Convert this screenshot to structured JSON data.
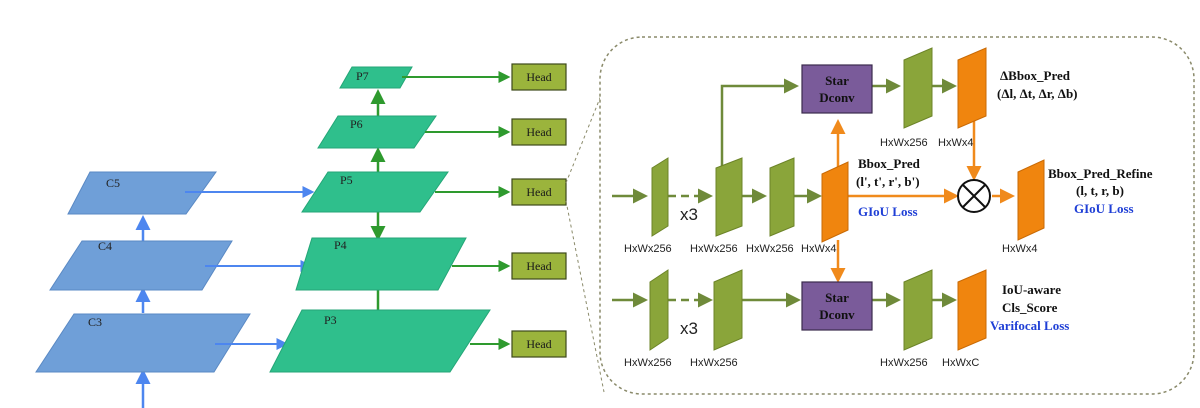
{
  "backbone": {
    "c5": "C5",
    "c4": "C4",
    "c3": "C3"
  },
  "fpn": {
    "p7": "P7",
    "p6": "P6",
    "p5": "P5",
    "p4": "P4",
    "p3": "P3"
  },
  "head_label": "Head",
  "detail": {
    "star_dconv_line1": "Star",
    "star_dconv_line2": "Dconv",
    "repeat": "x3",
    "dims": {
      "hw256": "HxWx256",
      "hw4": "HxWx4",
      "hwc": "HxWxC"
    },
    "delta_bbox_title": "ΔBbox_Pred",
    "delta_bbox_vars": "(Δl, Δt, Δr, Δb)",
    "bbox_pred_title": "Bbox_Pred",
    "bbox_pred_vars": "(l', t', r', b')",
    "bbox_refine_title": "Bbox_Pred_Refine",
    "bbox_refine_vars": "(l, t, r, b)",
    "giou_loss": "GIoU Loss",
    "iou_line1": "IoU-aware",
    "iou_line2": "Cls_Score",
    "varifocal_loss": "Varifocal Loss"
  },
  "colors": {
    "backbone_fill": "#6f9fd8",
    "fpn_fill": "#2fbf8c",
    "head_fill": "#9bb43c",
    "feature_green": "#8aa53a",
    "feature_orange": "#f0850e",
    "star_box": "#7a5b9a",
    "blue_arrow": "#4d86ef",
    "green_arrow": "#2e9a2e",
    "olive_arrow": "#6f8a3a",
    "orange_arrow": "#f08a1c",
    "loss_text": "#1f3fd6"
  }
}
